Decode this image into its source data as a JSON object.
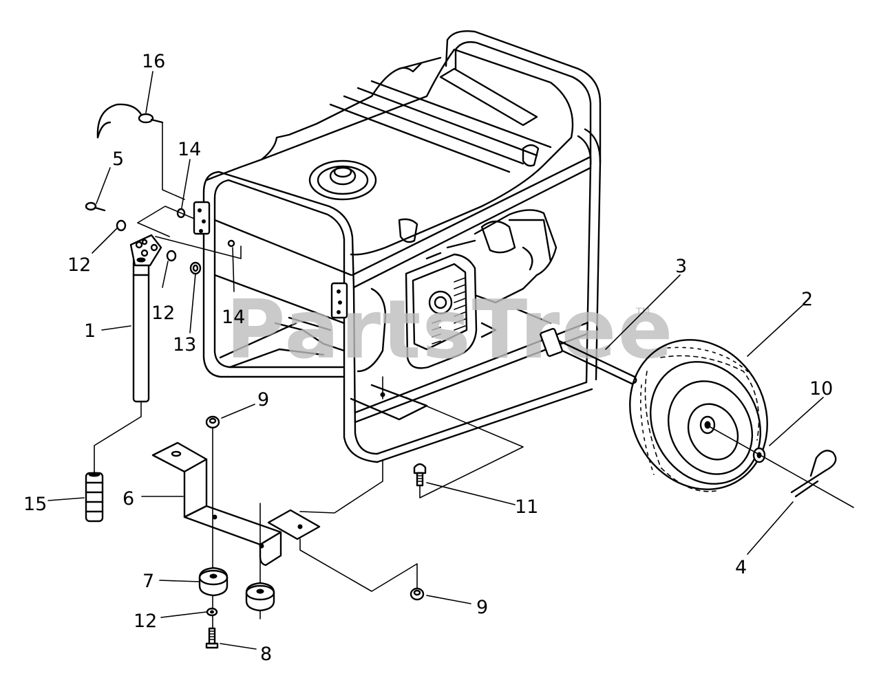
{
  "watermark": {
    "text": "PartsTree",
    "trademark": "TM"
  },
  "callouts": {
    "c1": "1",
    "c2": "2",
    "c3": "3",
    "c4": "4",
    "c5": "5",
    "c6": "6",
    "c7": "7",
    "c8": "8",
    "c9a": "9",
    "c9b": "9",
    "c10": "10",
    "c11": "11",
    "c12a": "12",
    "c12b": "12",
    "c12c": "12",
    "c13": "13",
    "c14a": "14",
    "c14b": "14",
    "c15": "15",
    "c16": "16"
  }
}
